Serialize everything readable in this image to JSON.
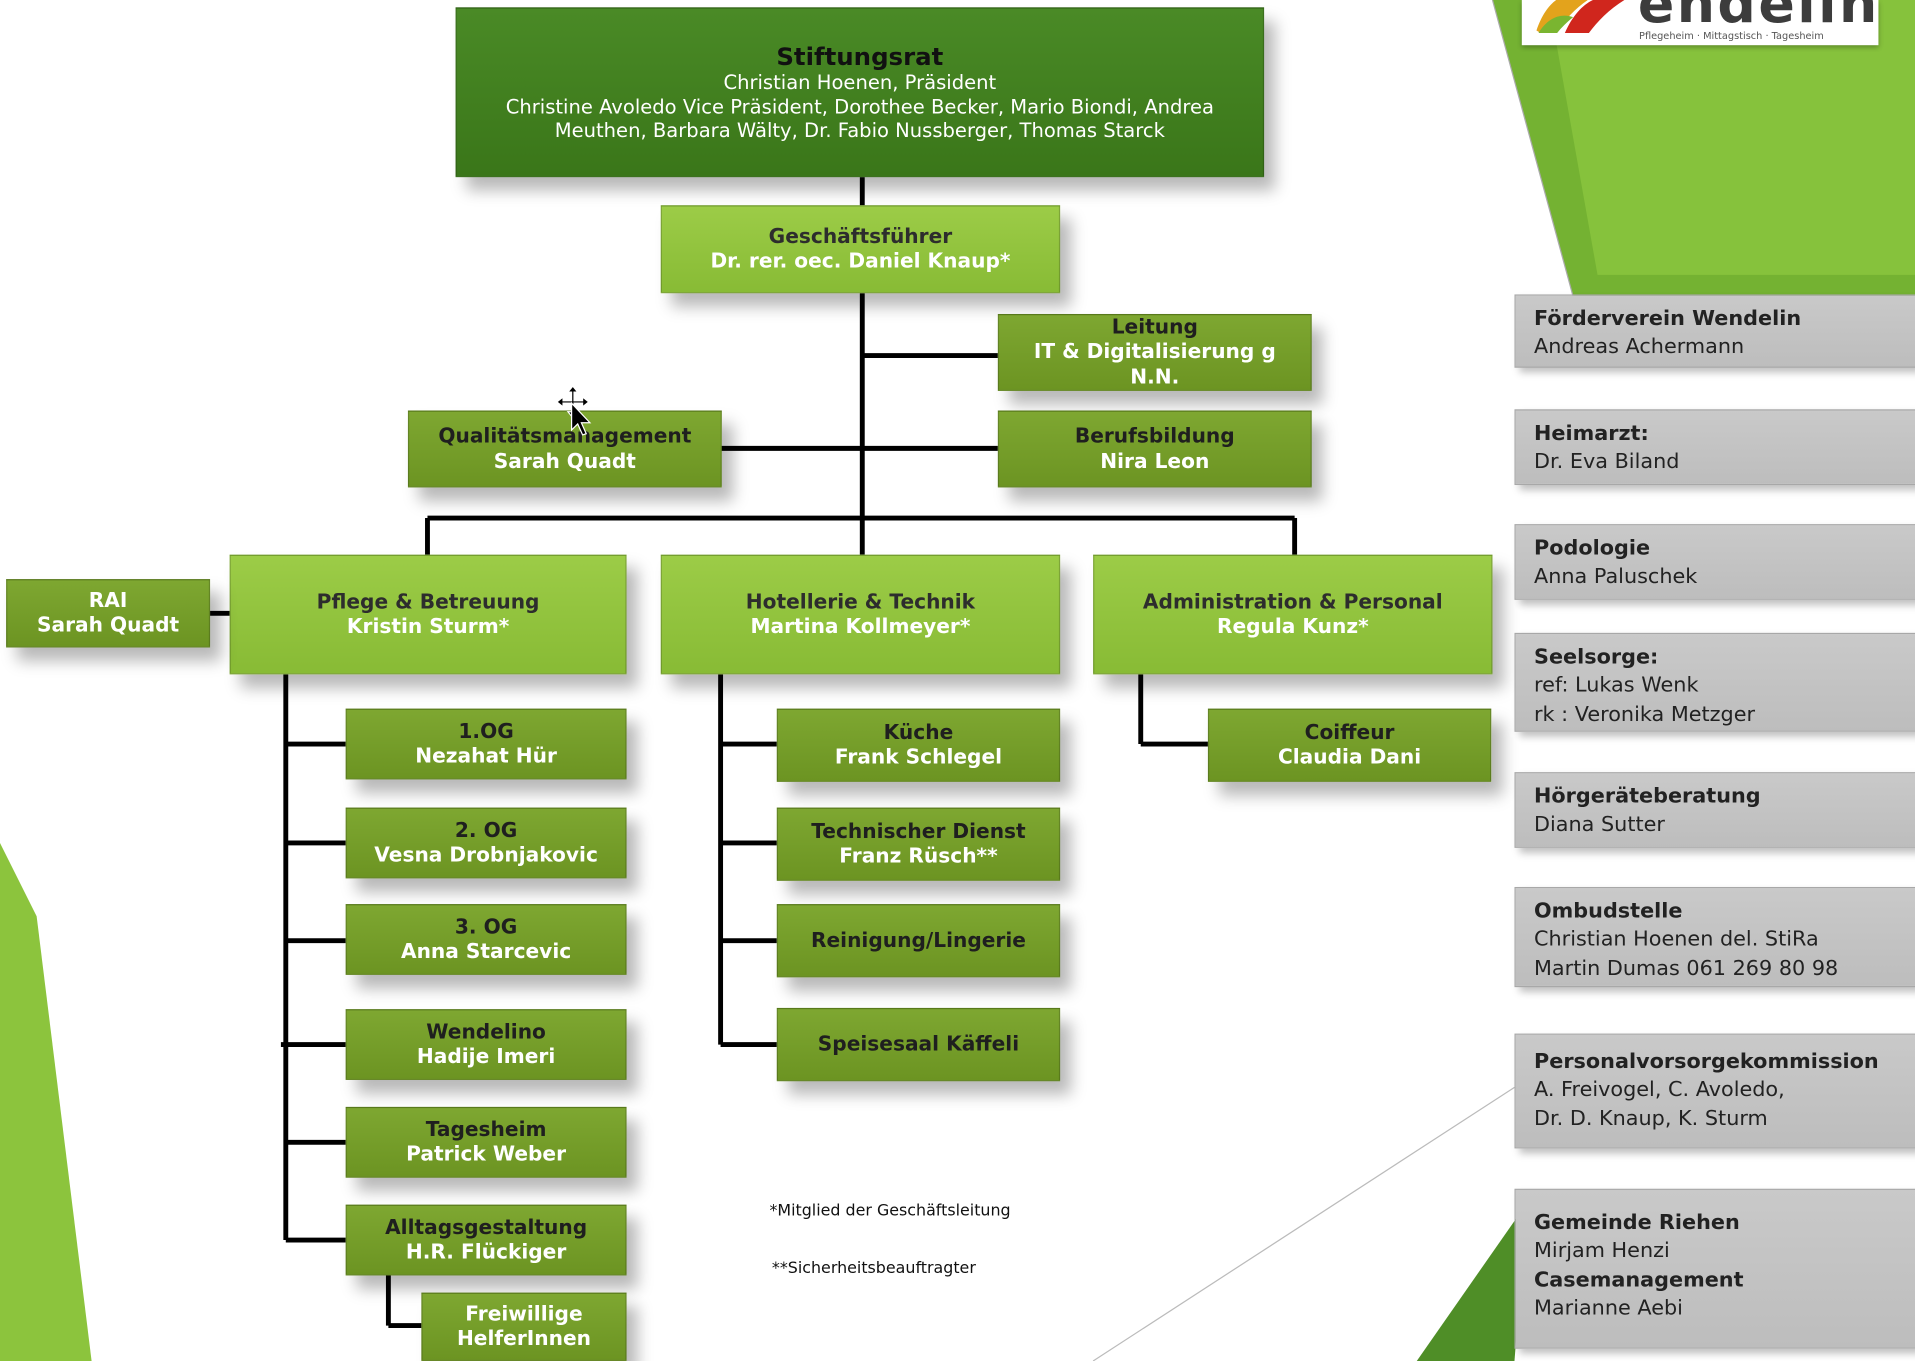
{
  "colors": {
    "dark_green": "#3f7d1d",
    "lime_green": "#92c53e",
    "olive_green": "#769e2b",
    "side_grey": "#c4c4c4",
    "connector": "#000000"
  },
  "logo": {
    "wordmark": "endelin",
    "tagline": "Pflegeheim · Mittagstisch · Tagesheim"
  },
  "board": {
    "title": "Stiftungsrat",
    "president": "Christian Hoenen, Präsident",
    "members_line1": "Christine Avoledo Vice Präsident, Dorothee Becker, Mario Biondi, Andrea",
    "members_line2": "Meuthen, Barbara Wälty,  Dr. Fabio Nussberger, Thomas Starck"
  },
  "ceo": {
    "role": "Geschäftsführer",
    "name": "Dr. rer. oec. Daniel Knaup*"
  },
  "staff": {
    "it": {
      "line1": "Leitung",
      "line2": "IT & Digitalisierung g",
      "line3": "N.N."
    },
    "training": {
      "role": "Berufsbildung",
      "name": "Nira Leon"
    },
    "quality": {
      "role": "Qualitätsmanagement",
      "name": "Sarah Quadt"
    }
  },
  "departments": {
    "care": {
      "role": "Pflege & Betreuung",
      "name": "Kristin Sturm*"
    },
    "hotel": {
      "role": "Hotellerie & Technik",
      "name": "Martina Kollmeyer*"
    },
    "admin": {
      "role": "Administration & Personal",
      "name": "Regula Kunz*"
    },
    "rai": {
      "role": "RAI",
      "name": "Sarah Quadt"
    }
  },
  "care_units": [
    {
      "role": "1.OG",
      "name": "Nezahat Hür"
    },
    {
      "role": "2. OG",
      "name": "Vesna Drobnjakovic"
    },
    {
      "role": "3. OG",
      "name": "Anna Starcevic"
    },
    {
      "role": "Wendelino",
      "name": "Hadije Imeri"
    },
    {
      "role": "Tagesheim",
      "name": "Patrick Weber"
    },
    {
      "role": "Alltagsgestaltung",
      "name": "H.R. Flückiger"
    },
    {
      "role": "Freiwillige",
      "name": "HelferInnen"
    }
  ],
  "hotel_units": [
    {
      "role": "Küche",
      "name": "Frank Schlegel"
    },
    {
      "role": "Technischer Dienst",
      "name": "Franz Rüsch**"
    },
    {
      "role": "Reinigung/Lingerie"
    },
    {
      "role": "Speisesaal Käffeli"
    }
  ],
  "admin_units": [
    {
      "role": "Coiffeur",
      "name": "Claudia Dani"
    }
  ],
  "footnotes": {
    "management": "*Mitglied der Geschäftsleitung",
    "safety": "**Sicherheitsbeauftragter"
  },
  "external": [
    {
      "title": "Förderverein Wendelin",
      "lines": [
        "Andreas Achermann"
      ]
    },
    {
      "title": "Heimarzt:",
      "lines": [
        "Dr. Eva Biland"
      ]
    },
    {
      "title": "Podologie",
      "lines": [
        "Anna Paluschek"
      ]
    },
    {
      "title": "Seelsorge:",
      "lines": [
        "ref: Lukas Wenk",
        "rk : Veronika Metzger"
      ]
    },
    {
      "title": "Hörgeräteberatung",
      "lines": [
        "Diana Sutter"
      ]
    },
    {
      "title": "Ombudstelle",
      "lines": [
        "Christian Hoenen del. StiRa",
        "Martin Dumas 061 269 80 98"
      ]
    },
    {
      "title": "Personalvorsorgekommission",
      "lines": [
        "A. Freivogel, C. Avoledo,",
        "Dr. D. Knaup, K. Sturm"
      ]
    },
    {
      "title": "Gemeinde Riehen",
      "lines": [
        "Mirjam Henzi"
      ],
      "title2": "Casemanagement",
      "lines2": [
        "Marianne Aebi"
      ]
    }
  ]
}
